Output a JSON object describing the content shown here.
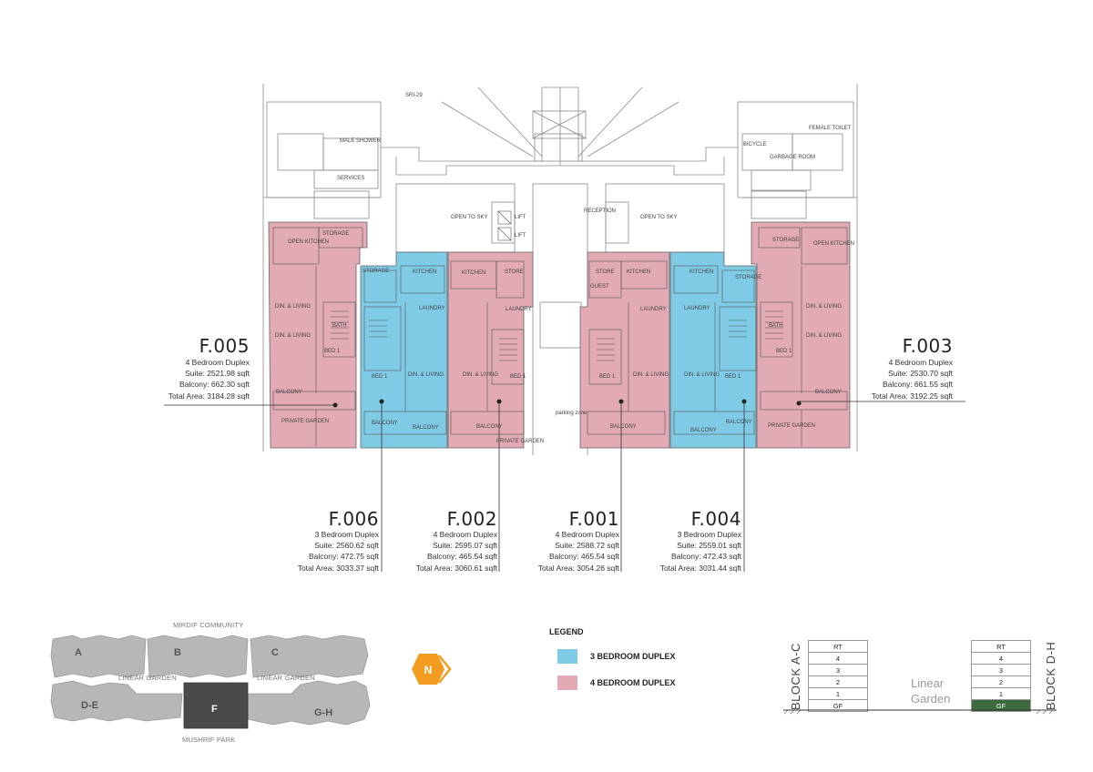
{
  "plan": {
    "label_top": "SRI-29",
    "rooms": {
      "open_kitchen": "OPEN KITCHEN",
      "storage": "STORAGE",
      "din_living": "DIN. & LIVING",
      "bed1": "BED 1",
      "bath": "BATH",
      "balcony": "BALCONY",
      "private_garden": "PRIVATE GARDEN",
      "kitchen": "KITCHEN",
      "store": "STORE",
      "laundry": "LAUNDRY",
      "open_to_sky": "OPEN TO SKY",
      "lift": "LIFT",
      "reception": "RECEPTION",
      "male_shower": "MALE SHOWER",
      "female_toilet": "FEMALE TOILET",
      "services": "SERVICES",
      "bicycle": "BICYCLE",
      "garbage": "GARBAGE ROOM",
      "guest": "GUEST",
      "parking_zone": "parking zone"
    },
    "colors": {
      "three_bed": "#7fcbe6",
      "four_bed": "#e2aab5"
    }
  },
  "units": {
    "f005": {
      "code": "F.005",
      "type": "4 Bedroom Duplex",
      "suite": "Suite: 2521.98 sqft",
      "balcony": "Balcony: 662.30 sqft",
      "total": "Total Area: 3184.28 sqft"
    },
    "f003": {
      "code": "F.003",
      "type": "4 Bedroom Duplex",
      "suite": "Suite: 2530.70 sqft",
      "balcony": "Balcony: 661.55 sqft",
      "total": "Total Area: 3192.25 sqft"
    },
    "f006": {
      "code": "F.006",
      "type": "3 Bedroom Duplex",
      "suite": "Suite: 2560.62 sqft",
      "balcony": "Balcony: 472.75 sqft",
      "total": "Total Area: 3033.37 sqft"
    },
    "f002": {
      "code": "F.002",
      "type": "4 Bedroom Duplex",
      "suite": "Suite: 2595.07 sqft",
      "balcony": "Balcony: 465.54 sqft",
      "total": "Total Area: 3060.61 sqft"
    },
    "f001": {
      "code": "F.001",
      "type": "4 Bedroom Duplex",
      "suite": "Suite: 2588.72 sqft",
      "balcony": "Balcony: 465.54 sqft",
      "total": "Total Area: 3054.26 sqft"
    },
    "f004": {
      "code": "F.004",
      "type": "3 Bedroom Duplex",
      "suite": "Suite: 2559.01 sqft",
      "balcony": "Balcony: 472.43 sqft",
      "total": "Total Area: 3031.44 sqft"
    }
  },
  "keyplan": {
    "top_label": "MIRDIF COMMUNITY",
    "middle_left": "LINEAR GARDEN",
    "middle_right": "LINEAR GARDEN",
    "bottom_label": "MUSHRIF PARK",
    "blocks": [
      "A",
      "B",
      "C",
      "D-E",
      "F",
      "G-H"
    ],
    "highlight_color": "#4a4a4a",
    "block_color": "#b7b7b7"
  },
  "compass": {
    "letter": "N",
    "color": "#f39c1f"
  },
  "legend": {
    "title": "LEGEND",
    "items": [
      {
        "label": "3 BEDROOM DUPLEX",
        "color": "#7fcbe6"
      },
      {
        "label": "4 BEDROOM DUPLEX",
        "color": "#e2aab5"
      }
    ]
  },
  "sections": {
    "left_label": "BLOCK A-C",
    "right_label": "BLOCK D-H",
    "middle_line1": "Linear",
    "middle_line2": "Garden",
    "floors": [
      "RT",
      "4",
      "3",
      "2",
      "1",
      "GF"
    ],
    "active_color": "#3e6b3e"
  }
}
